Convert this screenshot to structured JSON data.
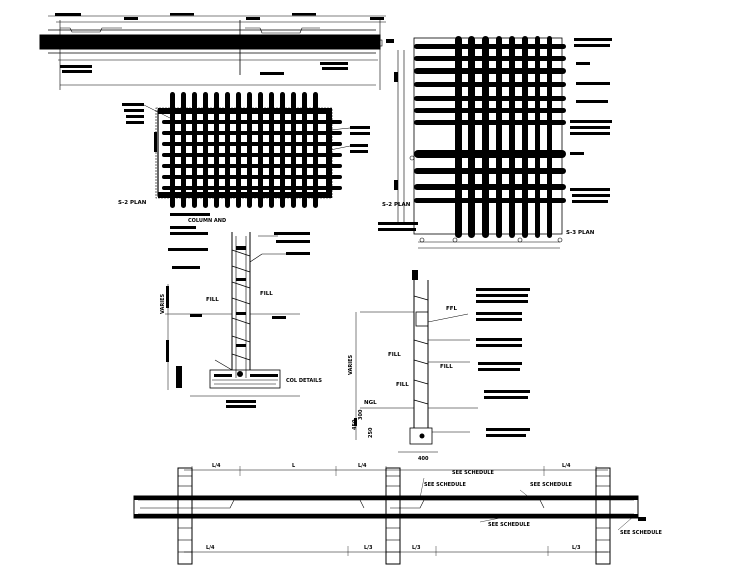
{
  "labels": {
    "plan_left": "S-2 PLAN",
    "plan_right": "S-3 PLAN",
    "fill": "FILL",
    "fill_upper": "FILL",
    "fill_lower": "FILL",
    "varies_left": "VARIES",
    "varies_right": "VARIES",
    "ngl": "NGL",
    "ffl": "FFL",
    "dim_400": "400",
    "dim_300": "300",
    "dim_450": "450",
    "dim_250": "250",
    "l4": "L/4",
    "l": "L",
    "l3": "L/3",
    "see_schedule": "SEE SCHEDULE",
    "col_details": "COL DETAILS",
    "column_and": "COLUMN AND"
  }
}
